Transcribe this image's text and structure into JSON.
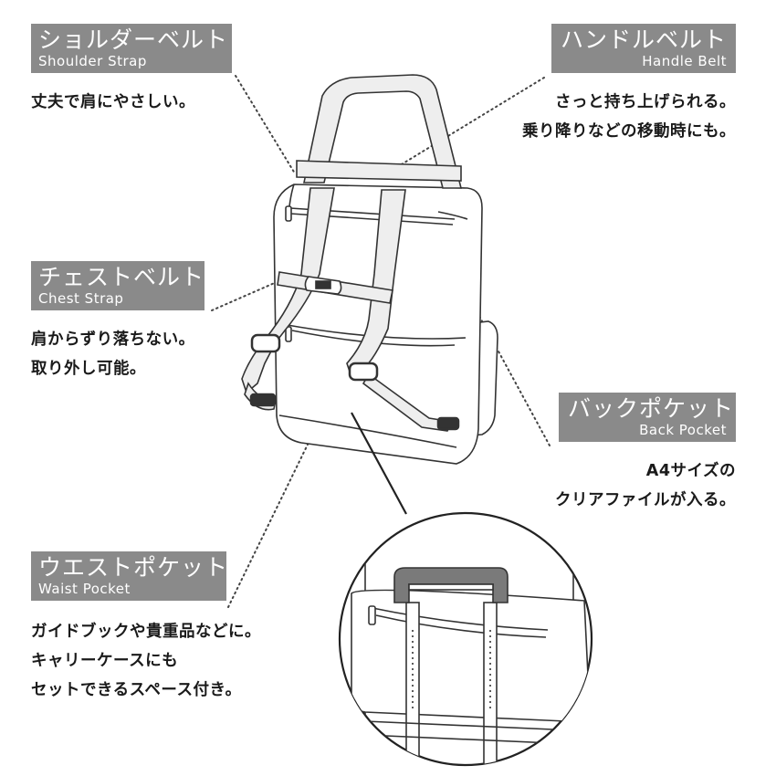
{
  "labels": {
    "shoulder": {
      "jp": "ショルダーベルト",
      "en": "Shoulder Strap"
    },
    "handle": {
      "jp": "ハンドルベルト",
      "en": "Handle Belt"
    },
    "chest": {
      "jp": "チェストベルト",
      "en": "Chest Strap"
    },
    "back": {
      "jp": "バックポケット",
      "en": "Back Pocket"
    },
    "waist": {
      "jp": "ウエストポケット",
      "en": "Waist Pocket"
    }
  },
  "descriptions": {
    "shoulder": [
      "丈夫で肩にやさしい。"
    ],
    "handle": [
      "さっと持ち上げられる。",
      "乗り降りなどの移動時にも。"
    ],
    "chest": [
      "肩からずり落ちない。",
      "取り外し可能。"
    ],
    "back": [
      "A4サイズの",
      "クリアファイルが入る。"
    ],
    "waist": [
      "ガイドブックや貴重品などに。",
      "キャリーケースにも",
      "セットできるスペース付き。"
    ]
  },
  "colors": {
    "label_bg": "#8a8a8a",
    "label_text": "#ffffff",
    "line": "#333333",
    "strap_fill": "#eeeeee",
    "handle_grip": "#7a7a7a"
  }
}
